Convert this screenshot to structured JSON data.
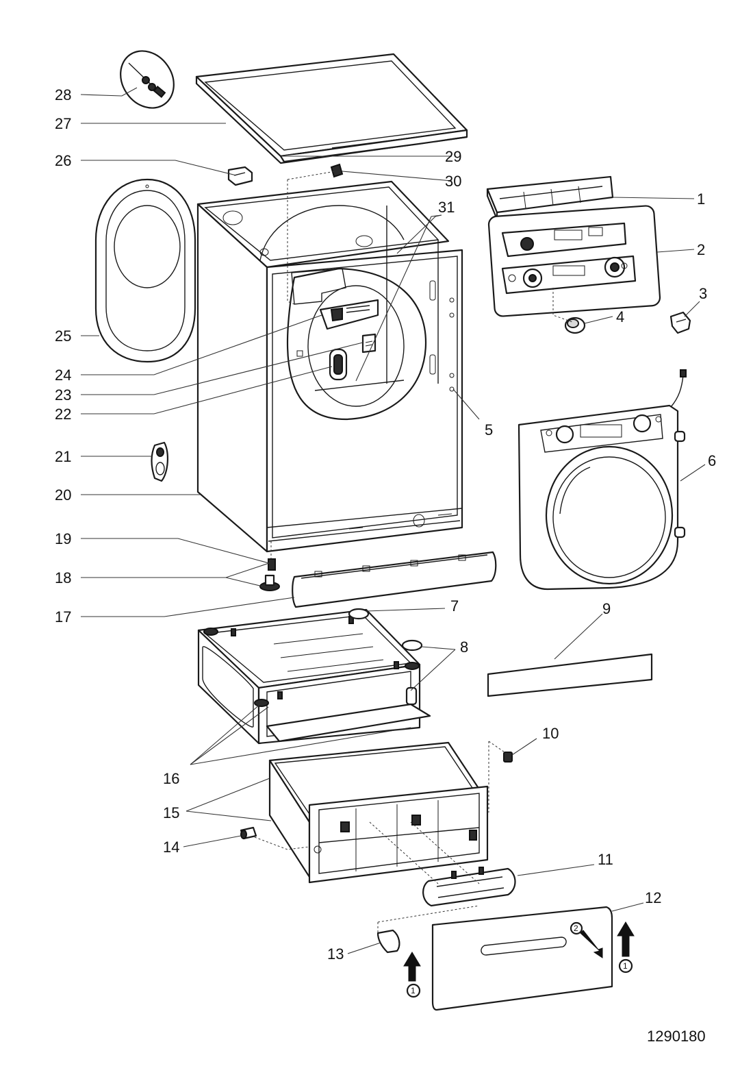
{
  "diagram_id": "1290180",
  "labels": [
    "1",
    "2",
    "3",
    "4",
    "5",
    "6",
    "7",
    "8",
    "9",
    "10",
    "11",
    "12",
    "13",
    "14",
    "15",
    "16",
    "17",
    "18",
    "19",
    "20",
    "21",
    "22",
    "23",
    "24",
    "25",
    "26",
    "27",
    "28",
    "29",
    "30",
    "31"
  ],
  "arrow_markers": [
    "1",
    "2",
    "1"
  ]
}
